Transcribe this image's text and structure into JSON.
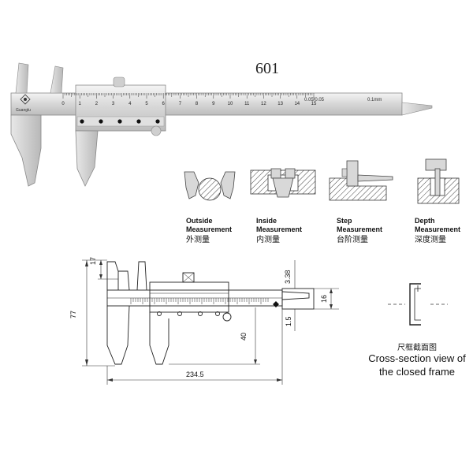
{
  "model_number": "601",
  "scale": {
    "main_numbers": [
      "0",
      "1",
      "2",
      "3",
      "4",
      "5",
      "6",
      "7",
      "8",
      "9",
      "10",
      "11",
      "12",
      "13",
      "14",
      "15"
    ],
    "end_label": "0.05/0.05",
    "small_label": "0.1mm",
    "brand": "Guanglu"
  },
  "measurements": [
    {
      "en_line1": "Outside",
      "en_line2": "Measurement",
      "cn": "外测量"
    },
    {
      "en_line1": "Inside",
      "en_line2": "Measurement",
      "cn": "内测量"
    },
    {
      "en_line1": "Step",
      "en_line2": "Measurement",
      "cn": "台阶测量"
    },
    {
      "en_line1": "Depth",
      "en_line2": "Measurement",
      "cn": "深度测量"
    }
  ],
  "dimensions": {
    "d17": "17",
    "d77": "77",
    "d338": "3.38",
    "d16": "16",
    "d15": "1.5",
    "d40": "40",
    "d2345": "234.5"
  },
  "cross_section": {
    "cn": "尺框截面图",
    "en_line1": "Cross-section view of",
    "en_line2": "the closed frame"
  }
}
